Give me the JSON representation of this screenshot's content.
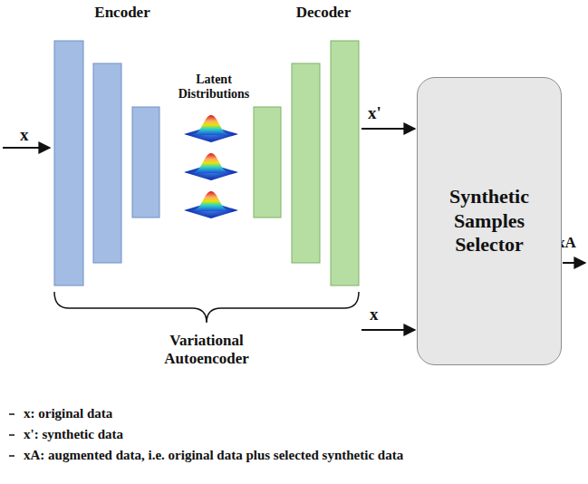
{
  "diagram": {
    "nodes": [
      {
        "text": [
          "Synthetic Samples Selector"
        ]
      }
    ],
    "labels": [
      "Encoder",
      "Decoder",
      "Latent Distributions",
      "x",
      "x'",
      "x",
      "xA",
      "Variational Autoencoder",
      "x: original data",
      "x': synthetic data",
      "xA: augmented data, i.e. original data plus selected synthetic data"
    ]
  }
}
